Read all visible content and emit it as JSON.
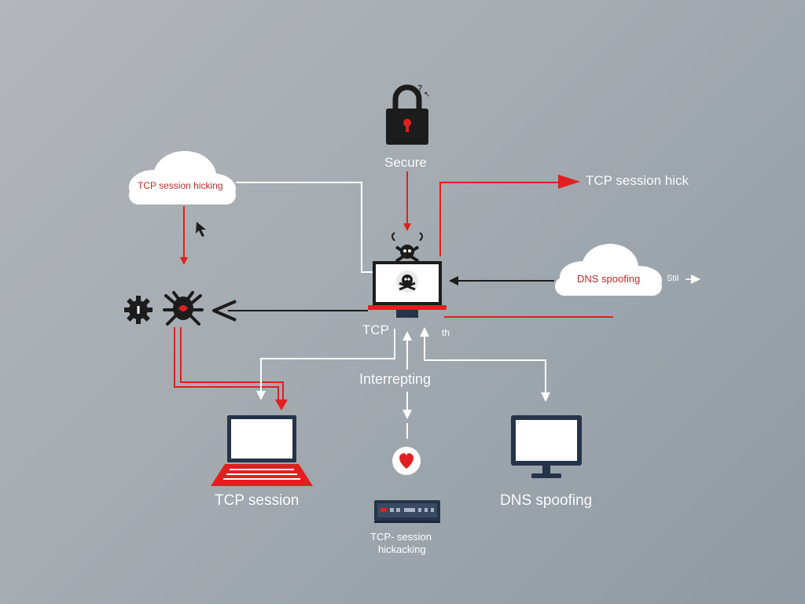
{
  "colors": {
    "accent_red": "#e02020",
    "dark": "#1c1c1c",
    "navy": "#26344a",
    "white": "#ffffff"
  },
  "labels": {
    "secure": "Secure",
    "top_right_arrow": "TCP session hick",
    "cloud_left": "TCP session hicking",
    "cloud_right": "DNS spoofing",
    "right_tiny": "Stil",
    "tcp_center": "TCP",
    "tcp_center_right": "th",
    "intercepting": "Interrepting",
    "laptop_bottom": "TCP session",
    "monitor_bottom": "DNS spoofing",
    "device_bottom_line1": "TCP- session",
    "device_bottom_line2": "hickacking"
  },
  "icons": {
    "lock": "padlock-icon",
    "hacker_top": "skull-icon",
    "hacker_screen": "skull-icon",
    "gear": "gear-icon",
    "bug": "bug-icon",
    "heart": "heart-icon",
    "cursor_small": "cursor-icon",
    "question_marks": "question-icon"
  }
}
